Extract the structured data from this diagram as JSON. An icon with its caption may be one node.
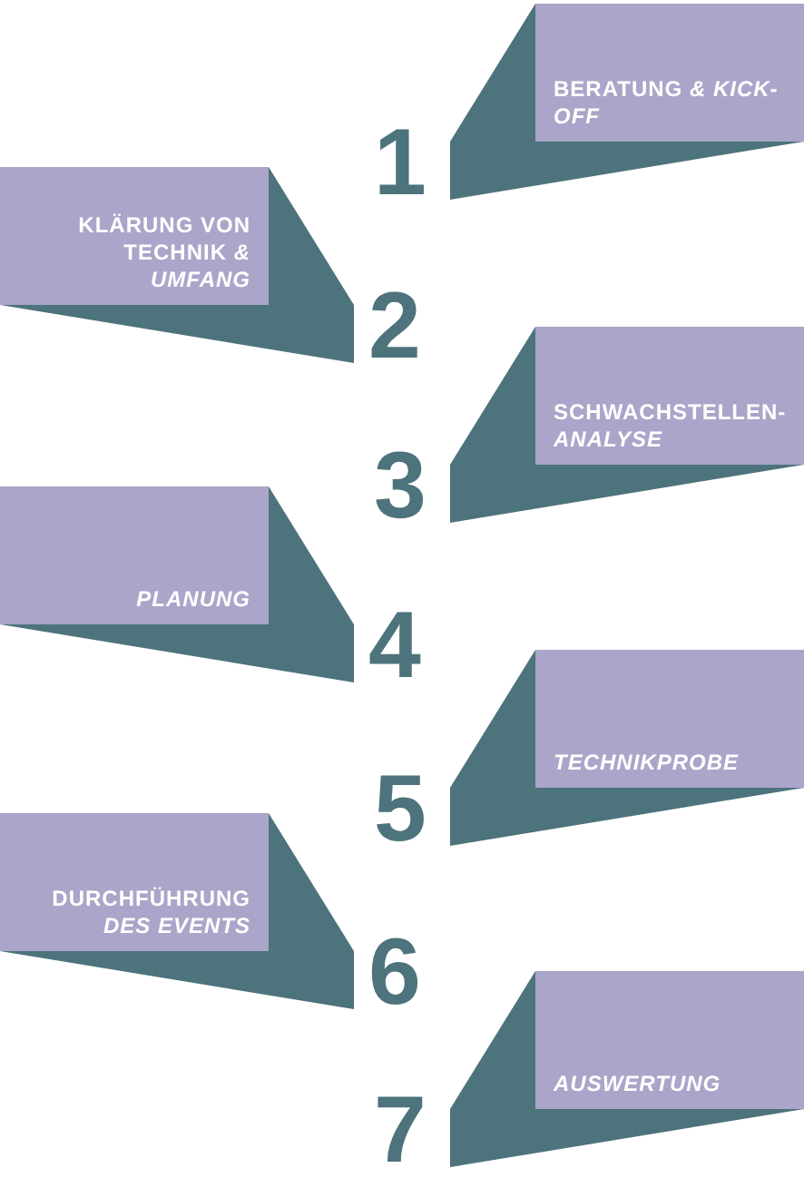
{
  "diagram": {
    "nodes": [
      {
        "text": [
          "BERATUNG *& KICK-OFF*"
        ],
        "beside": [
          "1"
        ]
      },
      {
        "text": [
          "KLÄRUNG VON TECHNIK *& UMFANG*"
        ],
        "beside": [
          "2"
        ]
      },
      {
        "text": [
          "SCHWACHSTELLEN-*ANALYSE*"
        ],
        "beside": [
          "3"
        ]
      },
      {
        "text": [
          "*PLANUNG*"
        ],
        "beside": [
          "4"
        ]
      },
      {
        "text": [
          "*TECHNIKPROBE*"
        ],
        "beside": [
          "5"
        ]
      },
      {
        "text": [
          "DURCHFÜHRUNG *DES EVENTS*"
        ],
        "beside": [
          "6"
        ]
      },
      {
        "text": [
          "*AUSWERTUNG*"
        ],
        "beside": [
          "7"
        ]
      }
    ]
  }
}
